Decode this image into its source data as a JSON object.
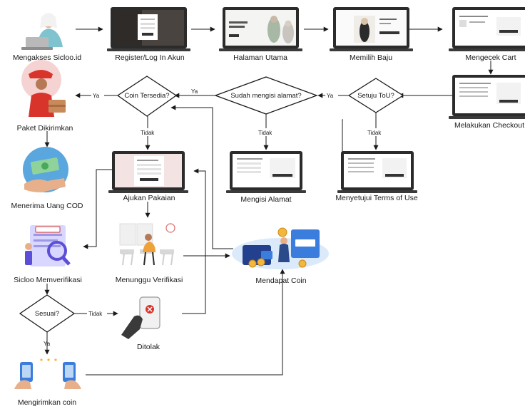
{
  "nodes": {
    "mengakses": "Mengakses Sicloo.id",
    "register": "Register/Log In Akun",
    "halaman_utama": "Halaman Utama",
    "memilih_baju": "Memilih Baju",
    "mengecek_cart": "Mengecek Cart",
    "melakukan_checkout": "Melakukan Checkout",
    "menyetujui_tou": "Menyetujui Terms of Use",
    "mengisi_alamat": "Mengisi Alamat",
    "ajukan_pakaian": "Ajukan Pakaian",
    "menunggu_verifikasi": "Menunggu Verifikasi",
    "mendapat_coin": "Mendapat Coin",
    "paket_dikirimkan": "Paket Dikirimkan",
    "menerima_uang_cod": "Menerima Uang COD",
    "sicloo_memverifikasi": "Sicloo Memverifikasi",
    "ditolak": "Ditolak",
    "mengirimkan_coin": "Mengirimkan coin"
  },
  "decisions": {
    "setuju_tou": "Setuju ToU?",
    "sudah_alamat": "Sudah mengisi alamat?",
    "coin_tersedia": "Coin Tersedia?",
    "sesuai": "Sesuai?"
  },
  "edge_labels": {
    "ya": "Ya",
    "tidak": "Tidak"
  },
  "colors": {
    "line": "#1a1a1a",
    "accent_blue": "#3b7ddd",
    "accent_red": "#d9342b",
    "skin": "#e8b08a",
    "laptop_frame": "#2b2b2b"
  }
}
